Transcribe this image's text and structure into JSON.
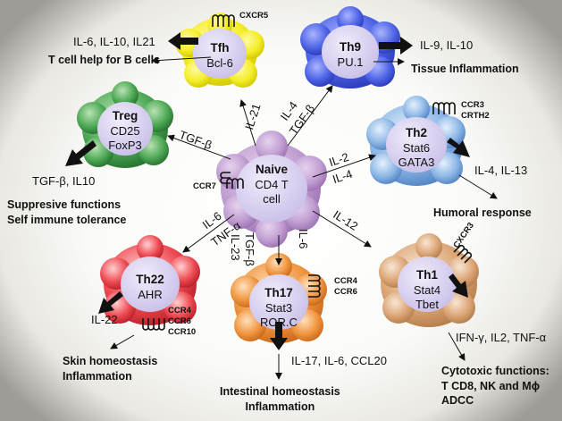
{
  "cells": {
    "naive": {
      "name": "Naive",
      "lines": [
        "CD4 T",
        "cell"
      ],
      "receptor": "CCR7"
    },
    "tfh": {
      "name": "Tfh",
      "lines": [
        "Bcl-6"
      ],
      "receptor": "CXCR5",
      "cytokines": "IL-6, IL-10, IL21",
      "function": [
        "T cell help for B cells"
      ]
    },
    "th9": {
      "name": "Th9",
      "lines": [
        "PU.1"
      ],
      "cytokines": "IL-9, IL-10",
      "function": [
        "Tissue Inflammation"
      ]
    },
    "treg": {
      "name": "Treg",
      "lines": [
        "CD25",
        "FoxP3"
      ],
      "cytokines": "TGF-β, IL10",
      "function": [
        "Suppresive functions",
        "Self immune tolerance"
      ]
    },
    "th2": {
      "name": "Th2",
      "lines": [
        "Stat6",
        "GATA3"
      ],
      "receptors": [
        "CCR3",
        "CRTH2"
      ],
      "cytokines": "IL-4, IL-13",
      "function": [
        "Humoral response"
      ]
    },
    "th22": {
      "name": "Th22",
      "lines": [
        "AHR"
      ],
      "receptors": [
        "CCR4",
        "CCR6",
        "CCR10"
      ],
      "cytokines": "IL-22",
      "function": [
        "Skin homeostasis",
        "Inflammation"
      ]
    },
    "th17": {
      "name": "Th17",
      "lines": [
        "Stat3",
        "ROR.C"
      ],
      "receptors": [
        "CCR4",
        "CCR6"
      ],
      "cytokines": "IL-17, IL-6, CCL20",
      "function": [
        "Intestinal homeostasis",
        "Inflammation"
      ]
    },
    "th1": {
      "name": "Th1",
      "lines": [
        "Stat4",
        "Tbet"
      ],
      "receptor": "CXCR3",
      "cytokines": "IFN-γ, IL2, TNF-α",
      "function": [
        "Cytotoxic functions:",
        "T CD8, NK and Mϕ",
        "ADCC"
      ]
    }
  },
  "signals": {
    "tfh": "IL-21",
    "th9": [
      "IL-4",
      "TGF-β"
    ],
    "treg": "TGF-β",
    "th2": [
      "IL-2",
      "IL-4"
    ],
    "th22": [
      "IL-6",
      "TNF-α"
    ],
    "th17_a": [
      "IL-23",
      "TGF-β"
    ],
    "th17_b": "IL-6",
    "th1": "IL-12"
  },
  "colors": {
    "naive": "#b992c8",
    "tfh": "#f4ef1e",
    "th9": "#4a5fe0",
    "treg": "#3f9a47",
    "th2": "#80aee2",
    "th22": "#ea3f47",
    "th17": "#ef8f3a",
    "th1": "#d7a06d",
    "inner": "#d7cff0"
  }
}
